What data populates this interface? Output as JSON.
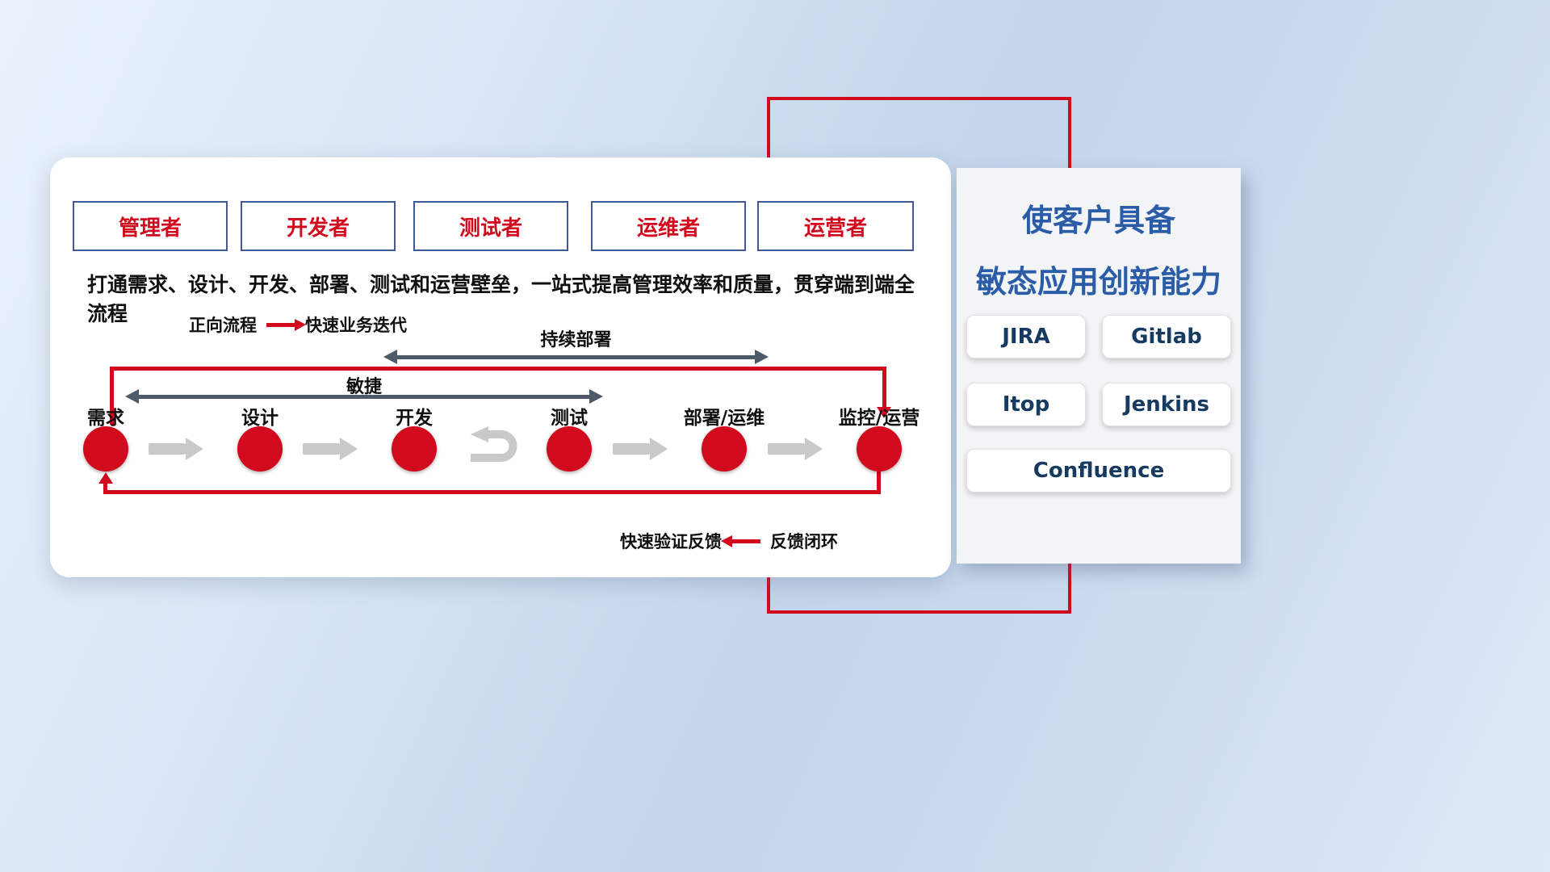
{
  "roles": [
    {
      "label": "管理者"
    },
    {
      "label": "开发者"
    },
    {
      "label": "测试者"
    },
    {
      "label": "运维者"
    },
    {
      "label": "运营者"
    }
  ],
  "subtitle": "打通需求、设计、开发、部署、测试和运营壁垒，一站式提高管理效率和质量，贯穿端到端全流程",
  "legend_forward": {
    "label": "正向流程",
    "desc": "快速业务迭代"
  },
  "legend_feedback": {
    "label": "快速验证反馈",
    "desc": "反馈闭环"
  },
  "flow": {
    "nodes": [
      "需求",
      "设计",
      "开发",
      "测试",
      "部署/运维",
      "监控/运营"
    ],
    "agile_label": "敏捷",
    "cd_label": "持续部署"
  },
  "right_panel": {
    "title_line1": "使客户具备",
    "title_line2": "敏态应用创新能力",
    "tools": [
      "JIRA",
      "Gitlab",
      "Itop",
      "Jenkins",
      "Confluence"
    ]
  },
  "colors": {
    "red": "#d20a1e",
    "role_border_blue": "#3c5a92",
    "dark_arrow_gray": "#4d5a68",
    "light_arrow_gray": "#c9c9c9",
    "title_blue": "#2b5ca8",
    "tool_text_navy": "#163a60"
  }
}
